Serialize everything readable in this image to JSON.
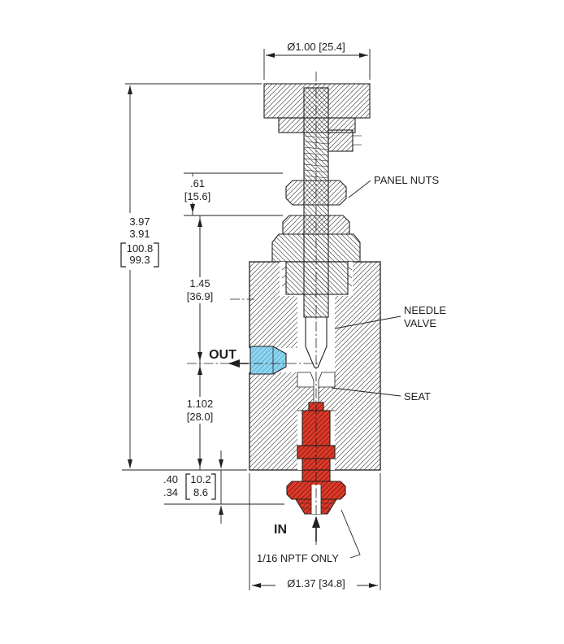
{
  "dims": {
    "top_dia": "Ø1.00 [25.4]",
    "knob_in": ".61",
    "knob_mm": "[15.6]",
    "overall_in_a": "3.97",
    "overall_in_b": "3.91",
    "overall_mm_a": "100.8",
    "overall_mm_b": "99.3",
    "mid_in": "1.45",
    "mid_mm": "[36.9]",
    "low_in": "1.102",
    "low_mm": "[28.0]",
    "base_in_a": ".40",
    "base_in_b": ".34",
    "base_mm_a": "10.2",
    "base_mm_b": "8.6",
    "base_dia": "Ø1.37 [34.8]"
  },
  "labels": {
    "panel_nuts": "PANEL NUTS",
    "needle_line1": "NEEDLE",
    "needle_line2": "VALVE",
    "seat": "SEAT",
    "out": "OUT",
    "in": "IN",
    "nptf": "1/16 NPTF ONLY"
  },
  "colors": {
    "line": "#231f20",
    "out_fitting": "#8fd7f1",
    "in_fitting": "#da3b2a"
  }
}
